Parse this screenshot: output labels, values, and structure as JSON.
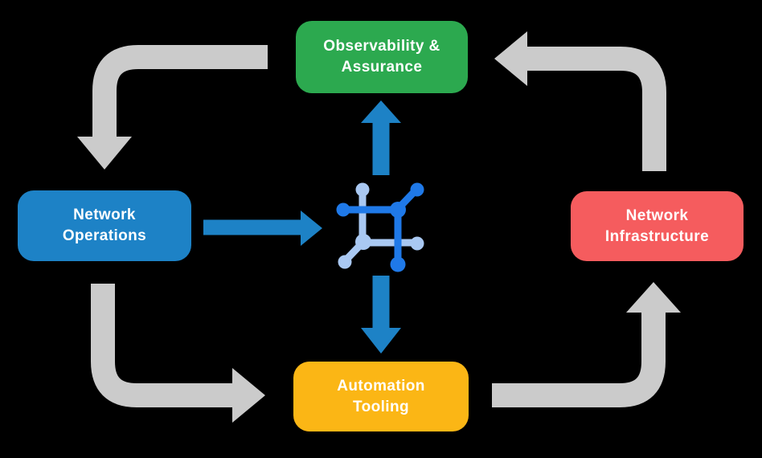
{
  "diagram": {
    "background_color": "#000000",
    "nodes": [
      {
        "id": "observability",
        "label": "Observability &\nAssurance",
        "color": "#2CA94F",
        "text_color": "#FFFFFF"
      },
      {
        "id": "operations",
        "label": "Network\nOperations",
        "color": "#1D82C6",
        "text_color": "#FFFFFF"
      },
      {
        "id": "infrastructure",
        "label": "Network\nInfrastructure",
        "color": "#F55C5E",
        "text_color": "#FFFFFF"
      },
      {
        "id": "automation",
        "label": "Automation\nTooling",
        "color": "#FBB615",
        "text_color": "#FFFFFF"
      }
    ],
    "cycle_edges": [
      {
        "from": "observability",
        "to": "operations",
        "style": "elbow-arrow",
        "color": "#CBCBCB"
      },
      {
        "from": "operations",
        "to": "automation",
        "style": "elbow-arrow",
        "color": "#CBCBCB"
      },
      {
        "from": "automation",
        "to": "infrastructure",
        "style": "elbow-arrow",
        "color": "#CBCBCB"
      },
      {
        "from": "infrastructure",
        "to": "observability",
        "style": "elbow-arrow",
        "color": "#CBCBCB"
      }
    ],
    "spoke_edges": [
      {
        "from": "operations",
        "to": "center-icon",
        "style": "straight-arrow",
        "color": "#1D82C6"
      },
      {
        "from": "center-icon",
        "to": "observability",
        "style": "straight-arrow",
        "color": "#1D82C6"
      },
      {
        "from": "center-icon",
        "to": "automation",
        "style": "straight-arrow",
        "color": "#1D82C6"
      }
    ],
    "center_icon": {
      "name": "network-automation-icon",
      "description": "square of linked nodes with branch endpoints",
      "color_dark": "#1F79E8",
      "color_light": "#A9C8F2"
    }
  }
}
